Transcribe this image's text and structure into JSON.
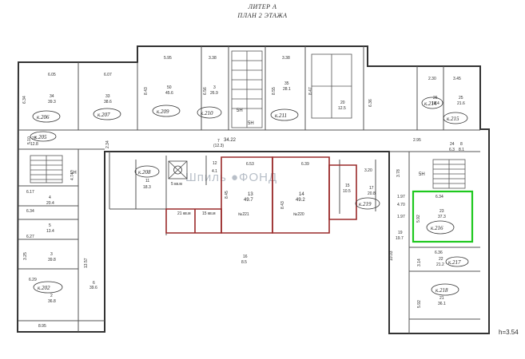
{
  "header": {
    "line1": "ЛИТЕР А",
    "line2": "ПЛАН 2 ЭТАЖА"
  },
  "scale": "h=3.54",
  "watermark": "Шпиль ●ФОНД",
  "dims": {
    "d1": "6.05",
    "d2": "6.07",
    "d3": "5.95",
    "d4": "3.38",
    "d5": "3.38",
    "d6": "6.34",
    "d7": "8.43",
    "d8": "6.56",
    "d9": "8.55",
    "d10": "8.47",
    "d11": "6.36",
    "d12": "2.30",
    "d13": "3.45",
    "d14": "34.22",
    "d15": "2.34",
    "d16": "6.53",
    "d17": "6.39",
    "d18": "3.20",
    "d19": "2.95",
    "d20": "4.74",
    "d21": "3.78",
    "d22": "6.17",
    "d23": "6.34",
    "d24": "6.27",
    "d25": "6.29",
    "d26": "8.95",
    "d27": "13.57",
    "d28": "10.03",
    "d29": "6.34",
    "d30": "6.36",
    "d31": "5.92",
    "d32": "3.14",
    "d33": "5.92",
    "d34": "4.70",
    "d35": "1.97",
    "d36": "1.97",
    "d37": "3.25",
    "d38": "8.45",
    "d39": "8.43",
    "d40": "5.10"
  },
  "rooms": {
    "r34": {
      "num": "34",
      "area": "39.3"
    },
    "r33": {
      "num": "33",
      "area": "38.6"
    },
    "r50": {
      "num": "50",
      "area": "45.6"
    },
    "r3a": {
      "num": "3",
      "area": "26.9"
    },
    "r35": {
      "num": "35",
      "area": "28.1"
    },
    "r26": {
      "num": "26",
      "area": "18.4"
    },
    "r25": {
      "num": "25",
      "area": "21.6"
    },
    "r27": {
      "num": "27",
      "area": "12.8"
    },
    "r7": {
      "num": "7",
      "area": "(12.3)"
    },
    "r12": {
      "num": "12",
      "area": "4.1"
    },
    "r11": {
      "num": "11",
      "area": "18.3"
    },
    "r13": {
      "num": "13",
      "area": "49.7"
    },
    "r14": {
      "num": "14",
      "area": "49.2"
    },
    "r15": {
      "num": "15",
      "area": "10.5"
    },
    "r17": {
      "num": "17",
      "area": "20.8"
    },
    "r23": {
      "num": "23",
      "area": "37.3"
    },
    "r24": {
      "num": "24",
      "area": "6.3"
    },
    "r4": {
      "num": "4",
      "area": "20.4"
    },
    "r5": {
      "num": "5",
      "area": "13.4"
    },
    "r3b": {
      "num": "3",
      "area": "39.8"
    },
    "r2": {
      "num": "2",
      "area": "36.8"
    },
    "r6": {
      "num": "6",
      "area": "39.6"
    },
    "r16": {
      "num": "16",
      "area": "8.5"
    },
    "r19": {
      "num": "19",
      "area": "19.7"
    },
    "r22": {
      "num": "22",
      "area": "21.2"
    },
    "r21": {
      "num": "21",
      "area": "36.1"
    },
    "r20": {
      "num": "20",
      "area": "12.5"
    },
    "r8": {
      "num": "8",
      "area": "8.1"
    }
  },
  "small_labels": {
    "s1": "5 кв.м",
    "s2": "21 кв.м",
    "s3": "15 кв.м",
    "s4": "№221",
    "s5": "№220",
    "s6": "5Н",
    "s7": "5Н",
    "s8": "5Н",
    "s9": "5Н"
  },
  "tags": {
    "t1": "к.206",
    "t2": "к.207",
    "t3": "к.209",
    "t4": "к.210",
    "t5": "к.211",
    "t6": "к.214",
    "t7": "к.215",
    "t8": "к.205",
    "t9": "к.208",
    "t10": "к.219",
    "t11": "к.216",
    "t12": "к.217",
    "t13": "к.218",
    "t14": "к.202"
  },
  "highlight_color": "#1ec81e",
  "lease_color": "#9a2a2a"
}
